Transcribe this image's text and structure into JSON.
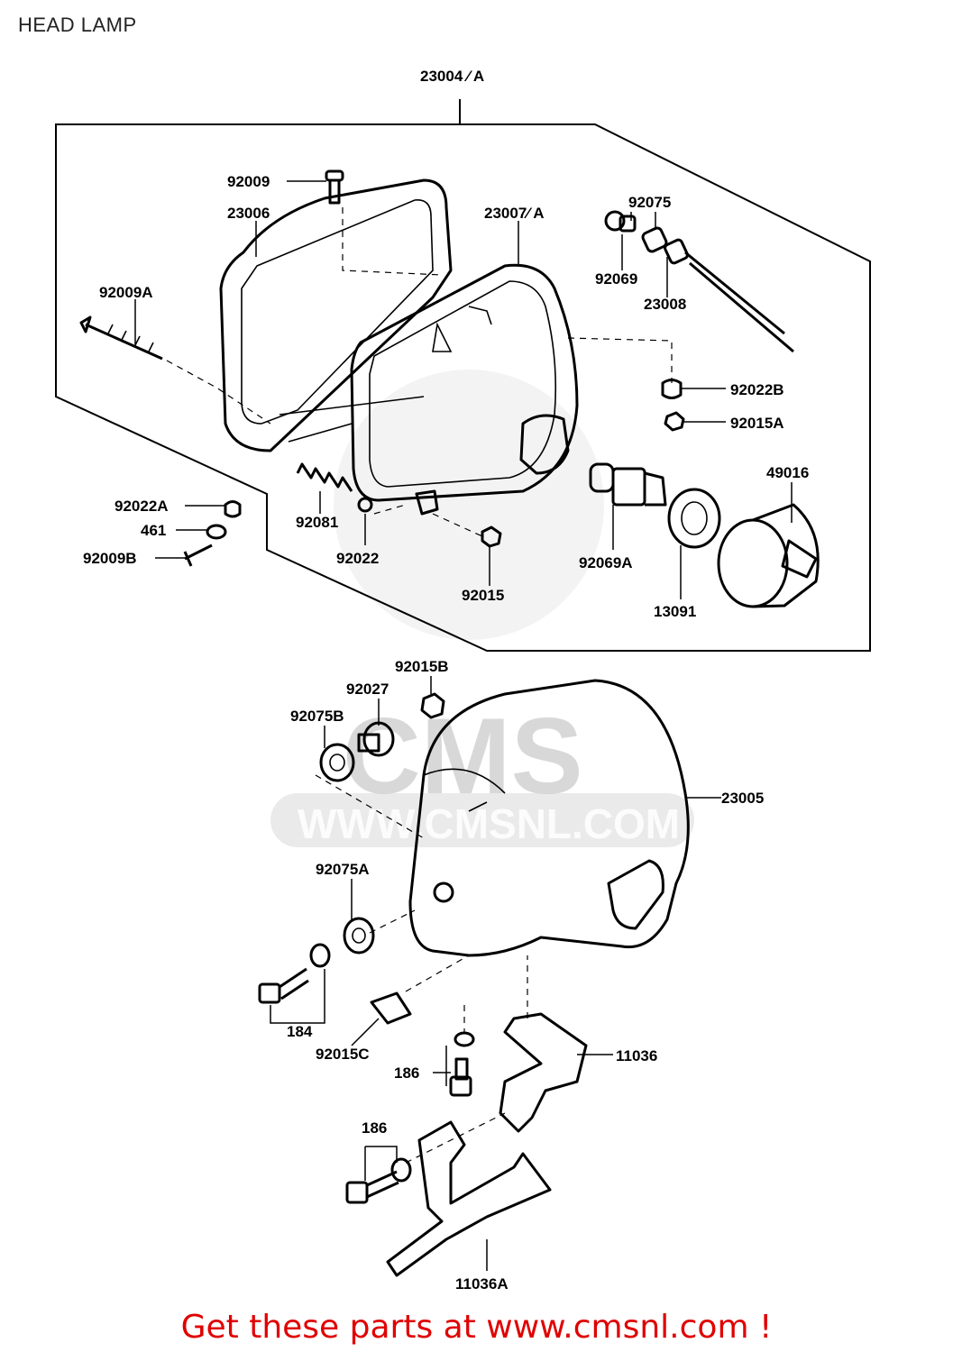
{
  "title": "HEAD LAMP",
  "footer": "Get these parts at www.cmsnl.com !",
  "watermark": {
    "brand": "CMS",
    "url": "WWW.CMSNL.COM"
  },
  "labels": {
    "p23004A": "23004 ⁄ A",
    "p92009": "92009",
    "p23006": "23006",
    "p23007A": "23007⁄ A",
    "p92075": "92075",
    "p92069": "92069",
    "p23008": "23008",
    "p92009A": "92009A",
    "p92022B": "92022B",
    "p92015A": "92015A",
    "p49016": "49016",
    "p92022A": "92022A",
    "p461": "461",
    "p92009B": "92009B",
    "p92081": "92081",
    "p92022": "92022",
    "p92015": "92015",
    "p92069A": "92069A",
    "p13091": "13091",
    "p92015B": "92015B",
    "p92027": "92027",
    "p92075B": "92075B",
    "p23005": "23005",
    "p92075A": "92075A",
    "p184": "184",
    "p92015C": "92015C",
    "p186a": "186",
    "p11036": "11036",
    "p186b": "186",
    "p11036A": "11036A"
  },
  "colors": {
    "footer_text": "#e00000",
    "line_art": "#000000",
    "watermark": "#dcdcdc"
  }
}
